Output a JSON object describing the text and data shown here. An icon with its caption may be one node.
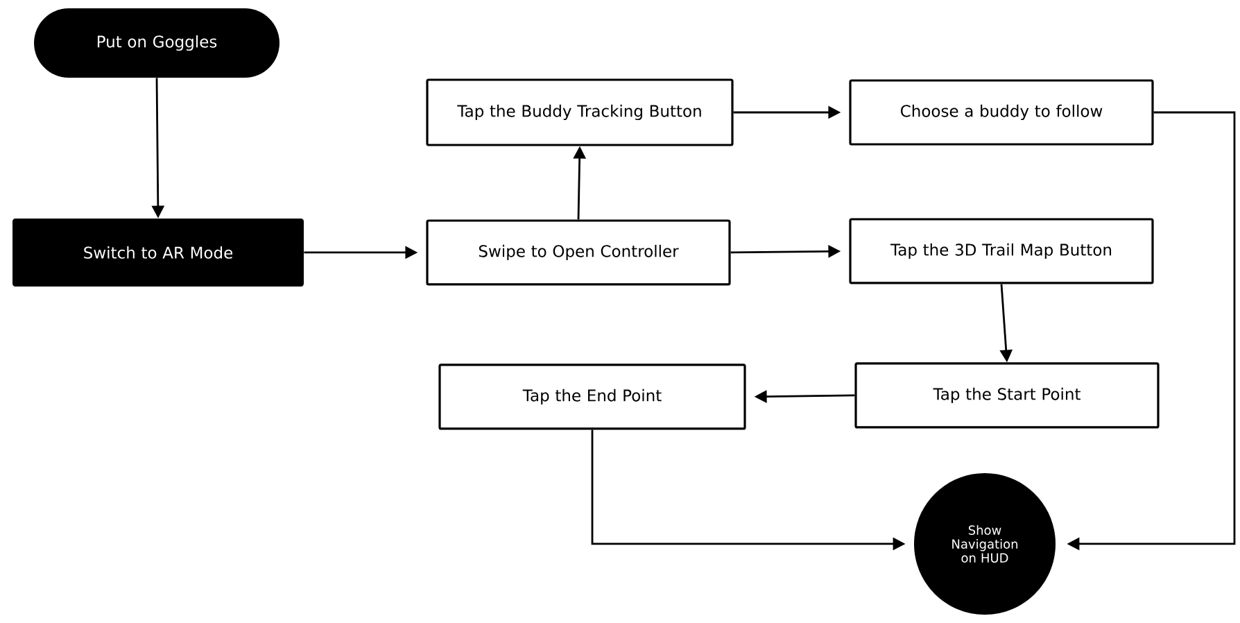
{
  "diagram": {
    "nodes": [
      {
        "text": [
          "Put on Goggles"
        ]
      },
      {
        "text": [
          "Switch to AR Mode"
        ]
      },
      {
        "text": [
          "Tap the Buddy Tracking Button"
        ]
      },
      {
        "text": [
          "Choose a buddy to follow"
        ]
      },
      {
        "text": [
          "Swipe to Open Controller"
        ]
      },
      {
        "text": [
          "Tap the 3D Trail Map Button"
        ]
      },
      {
        "text": [
          "Tap the End Point"
        ]
      },
      {
        "text": [
          "Tap the Start Point"
        ]
      },
      {
        "text": [
          "Show Navigation on HUD"
        ]
      }
    ],
    "edges": [
      {
        "from": 0,
        "to": 1,
        "arrow": "to"
      },
      {
        "from": 1,
        "to": 4,
        "arrow": "to"
      },
      {
        "from": 4,
        "to": 2,
        "arrow": "to"
      },
      {
        "from": 2,
        "to": 3,
        "arrow": "to"
      },
      {
        "from": 4,
        "to": 5,
        "arrow": "to"
      },
      {
        "from": 5,
        "to": 7,
        "arrow": "to"
      },
      {
        "from": 7,
        "to": 6,
        "arrow": "to"
      },
      {
        "from": 6,
        "to": 8,
        "arrow": "to"
      },
      {
        "from": 3,
        "to": 8,
        "arrow": "to"
      }
    ]
  }
}
